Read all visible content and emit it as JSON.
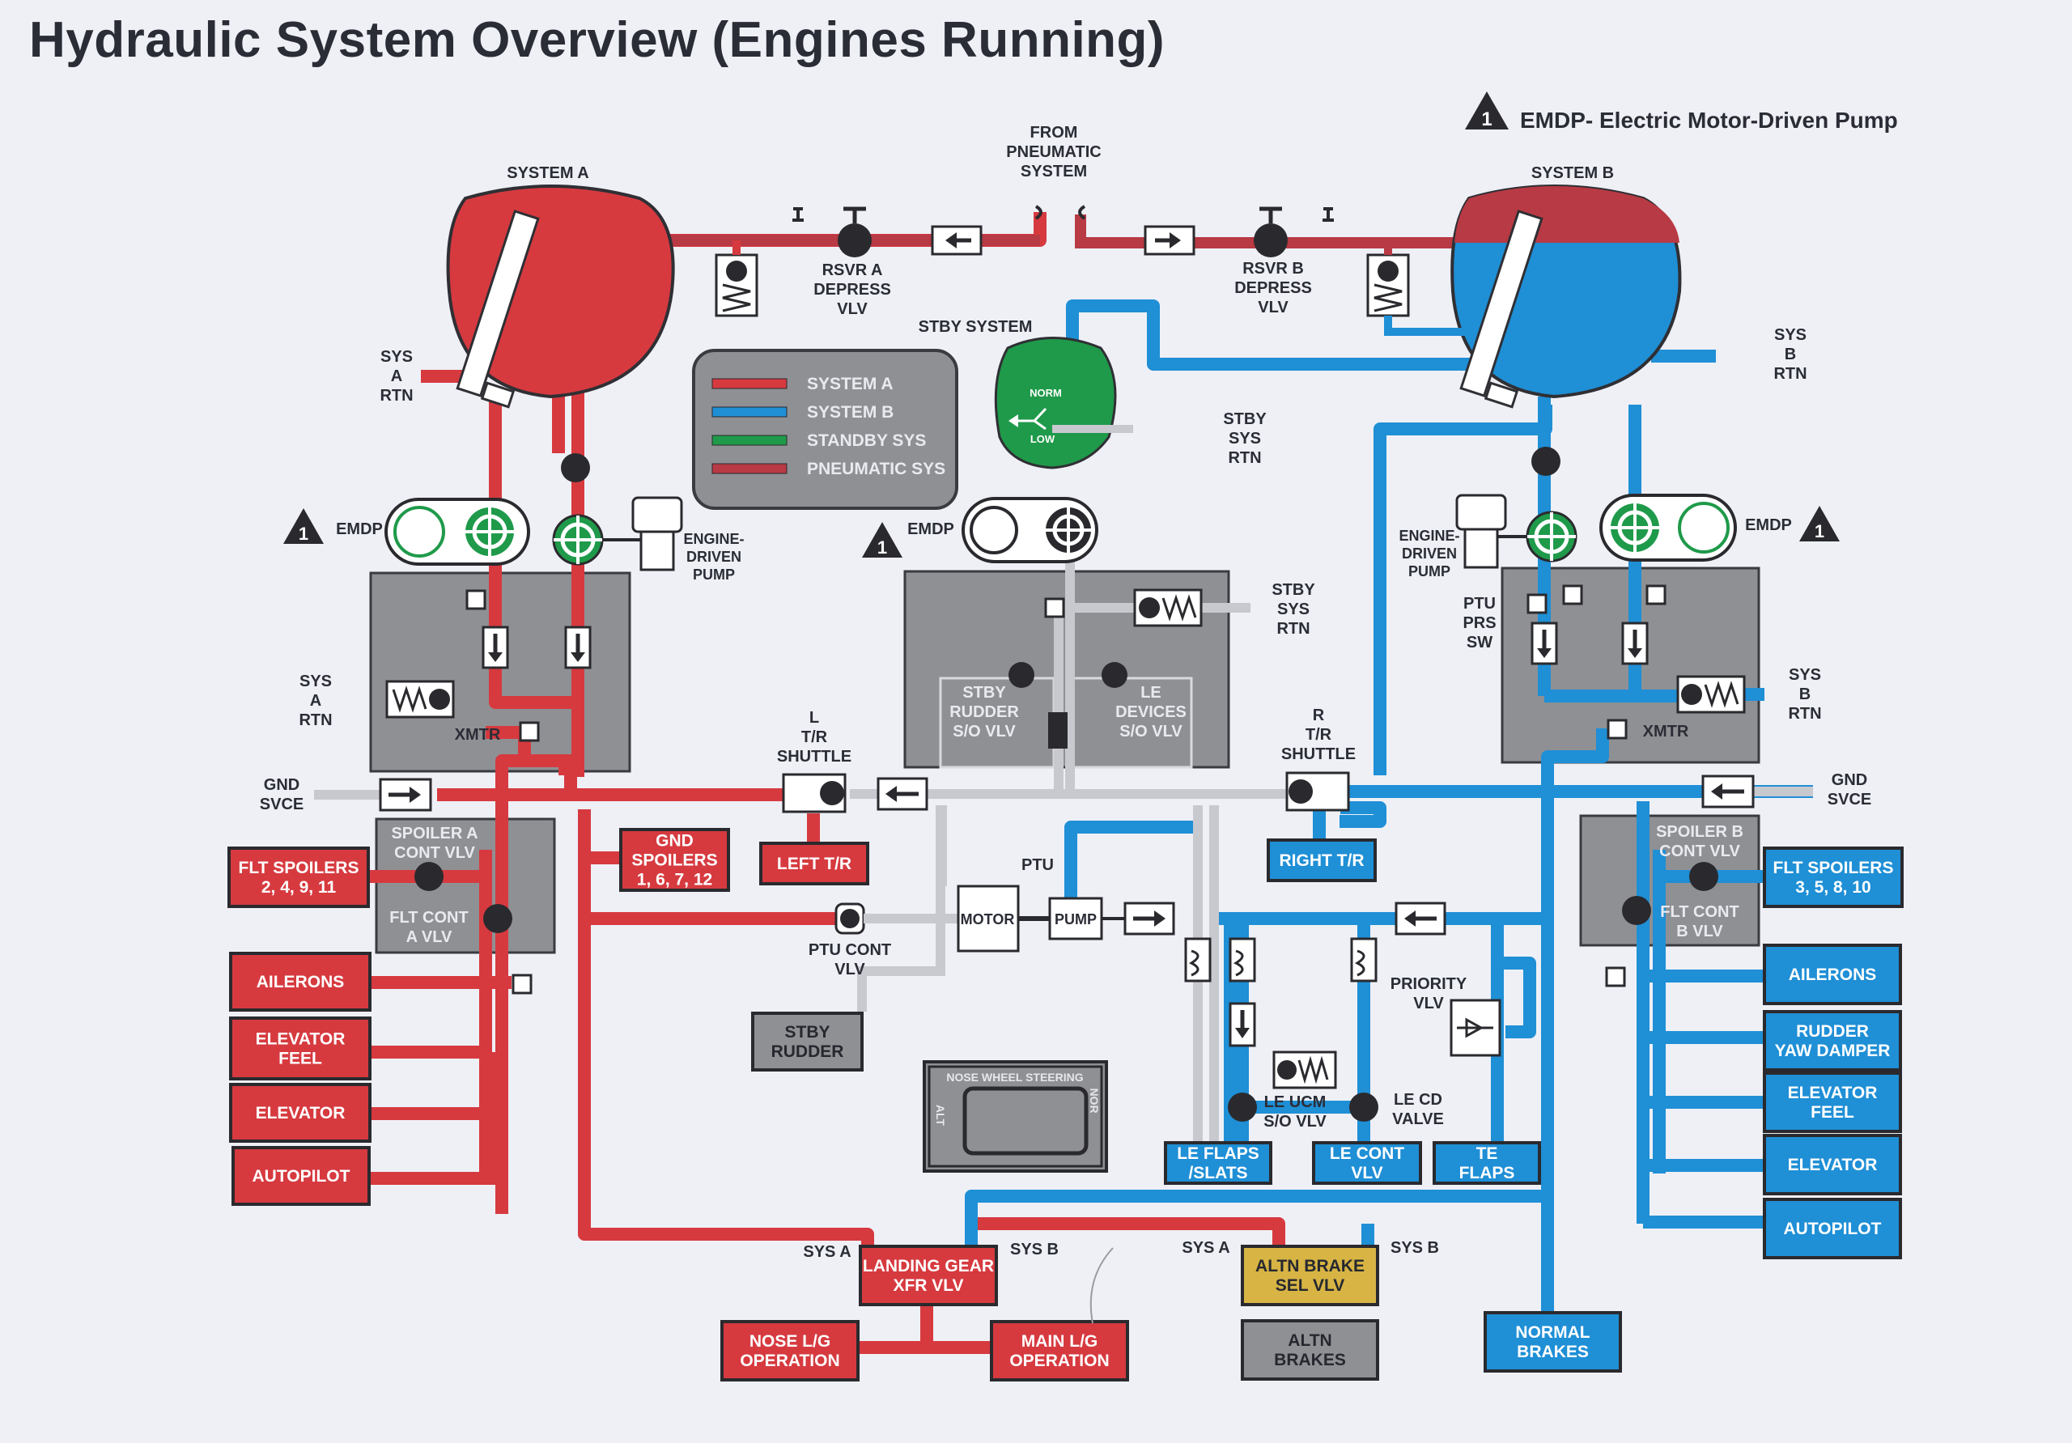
{
  "title": "Hydraulic System Overview (Engines Running)",
  "legend_note": {
    "icon_number": "1",
    "text": "EMDP- Electric Motor-Driven Pump"
  },
  "colors": {
    "system_a": "#d63a3f",
    "system_b": "#1f8fd6",
    "standby": "#1f9a4a",
    "pneumatic": "#b83a44",
    "gray_block": "#8f9094",
    "background": "#eef0f6",
    "yellow": "#d7b444"
  },
  "legend": {
    "items": [
      {
        "label": "SYSTEM A",
        "color": "#d63a3f"
      },
      {
        "label": "SYSTEM B",
        "color": "#1f8fd6"
      },
      {
        "label": "STANDBY SYS",
        "color": "#1f9a4a"
      },
      {
        "label": "PNEUMATIC SYS",
        "color": "#b83a44"
      }
    ]
  },
  "labels": {
    "system_a": "SYSTEM A",
    "system_b": "SYSTEM B",
    "from_pneumatic": [
      "FROM",
      "PNEUMATIC",
      "SYSTEM"
    ],
    "rsvr_a": [
      "RSVR A",
      "DEPRESS",
      "VLV"
    ],
    "rsvr_b": [
      "RSVR B",
      "DEPRESS",
      "VLV"
    ],
    "stby_system": "STBY SYSTEM",
    "norm": "NORM",
    "low": "LOW",
    "sys_a_rtn_top": [
      "SYS",
      "A",
      "RTN"
    ],
    "sys_b_rtn_top": [
      "SYS",
      "B",
      "RTN"
    ],
    "stby_sys_rtn_1": [
      "STBY",
      "SYS",
      "RTN"
    ],
    "stby_sys_rtn_2": [
      "STBY",
      "SYS",
      "RTN"
    ],
    "emdp_left": "EMDP",
    "emdp_center": "EMDP",
    "emdp_right": "EMDP",
    "edp_left": [
      "ENGINE-",
      "DRIVEN",
      "PUMP"
    ],
    "edp_right": [
      "ENGINE-",
      "DRIVEN",
      "PUMP"
    ],
    "ptu_prs_sw": [
      "PTU",
      "PRS",
      "SW"
    ],
    "sys_a_rtn_mid": [
      "SYS",
      "A",
      "RTN"
    ],
    "sys_b_rtn_mid": [
      "SYS",
      "B",
      "RTN"
    ],
    "xmtr_a": "XMTR",
    "xmtr_b": "XMTR",
    "gnd_svce_a": [
      "GND",
      "SVCE"
    ],
    "gnd_svce_b": [
      "GND",
      "SVCE"
    ],
    "l_tr_shuttle": [
      "L",
      "T/R",
      "SHUTTLE"
    ],
    "r_tr_shuttle": [
      "R",
      "T/R",
      "SHUTTLE"
    ],
    "stby_rudder_vlv": [
      "STBY",
      "RUDDER",
      "S/O VLV"
    ],
    "le_devices_vlv": [
      "LE",
      "DEVICES",
      "S/O VLV"
    ],
    "spoiler_a": [
      "SPOILER A",
      "CONT VLV"
    ],
    "flt_cont_a": [
      "FLT CONT",
      "A VLV"
    ],
    "spoiler_b": [
      "SPOILER B",
      "CONT VLV"
    ],
    "flt_cont_b": [
      "FLT CONT",
      "B VLV"
    ],
    "ptu": "PTU",
    "motor": "MOTOR",
    "pump": "PUMP",
    "ptu_cont_vlv": [
      "PTU CONT",
      "VLV"
    ],
    "priority_vlv": [
      "PRIORITY",
      "VLV"
    ],
    "le_ucm": [
      "LE UCM",
      "S/O VLV"
    ],
    "le_cd": [
      "LE CD",
      "VALVE"
    ],
    "nose_wheel_steering": "NOSE WHEEL STEERING",
    "alt": "ALT",
    "nor": "NOR",
    "sys_a_lg": "SYS A",
    "sys_b_lg": "SYS B",
    "sys_a_ab": "SYS A",
    "sys_b_ab": "SYS B"
  },
  "blocks": {
    "flt_spoilers_a": [
      "FLT SPOILERS",
      "2, 4, 9, 11"
    ],
    "ailerons_a": "AILERONS",
    "elevator_feel_a": [
      "ELEVATOR",
      "FEEL"
    ],
    "elevator_a": "ELEVATOR",
    "autopilot_a": "AUTOPILOT",
    "gnd_spoilers": [
      "GND",
      "SPOILERS",
      "1, 6, 7, 12"
    ],
    "left_tr": "LEFT T/R",
    "right_tr": "RIGHT T/R",
    "stby_rudder": [
      "STBY",
      "RUDDER"
    ],
    "flt_spoilers_b": [
      "FLT SPOILERS",
      "3, 5, 8, 10"
    ],
    "ailerons_b": "AILERONS",
    "rudder_yaw": [
      "RUDDER",
      "YAW DAMPER"
    ],
    "elevator_feel_b": [
      "ELEVATOR",
      "FEEL"
    ],
    "elevator_b": "ELEVATOR",
    "autopilot_b": "AUTOPILOT",
    "le_flaps": [
      "LE FLAPS",
      "/SLATS"
    ],
    "le_cont_vlv": [
      "LE CONT",
      "VLV"
    ],
    "te_flaps": [
      "TE",
      "FLAPS"
    ],
    "landing_gear": [
      "LANDING GEAR",
      "XFR VLV"
    ],
    "nose_lg": [
      "NOSE L/G",
      "OPERATION"
    ],
    "main_lg": [
      "MAIN L/G",
      "OPERATION"
    ],
    "altn_brake_sel": [
      "ALTN BRAKE",
      "SEL VLV"
    ],
    "altn_brakes": [
      "ALTN",
      "BRAKES"
    ],
    "normal_brakes": [
      "NORMAL",
      "BRAKES"
    ]
  }
}
